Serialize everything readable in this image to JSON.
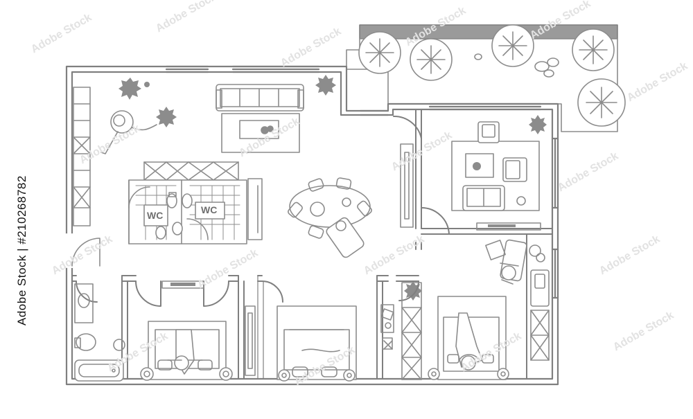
{
  "watermark": "Adobe Stock",
  "stock_id": "Adobe Stock | #210268782",
  "floorplan": {
    "rooms": {
      "living": "living-room",
      "bath_left": "wc",
      "bath_right": "wc",
      "dining": "dining-area",
      "office": "office-room",
      "bedroom_1": "bedroom",
      "bedroom_2": "bedroom",
      "bedroom_3": "bedroom",
      "bathroom": "bathroom",
      "balcony": "balcony"
    },
    "labels": {
      "wc_1": "WC",
      "wc_2": "WC"
    },
    "colors": {
      "line": "#8c8c8c",
      "wall": "#7f7f7f",
      "fill": "#ffffff",
      "balcony_rail": "#9a9a9a"
    }
  }
}
